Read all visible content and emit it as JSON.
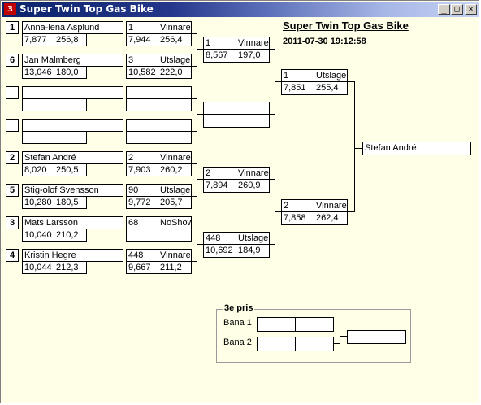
{
  "window": {
    "title": "Super Twin Top Gas Bike",
    "icon_glyph": "3",
    "controls": {
      "minimize": "_",
      "maximize": "□",
      "close": "×"
    }
  },
  "header": {
    "title": "Super Twin Top Gas Bike",
    "datetime": "2011-07-30 19:12:58"
  },
  "round1": [
    {
      "seed": "1",
      "name": "Anna-lena Asplund",
      "time": "7,877",
      "speed": "256,8",
      "num": "1",
      "result": "Vinnare",
      "rtime": "7,944",
      "rspeed": "256,4"
    },
    {
      "seed": "6",
      "name": "Jan Malmberg",
      "time": "13,046",
      "speed": "180,0",
      "num": "3",
      "result": "Utslagen",
      "rtime": "10,582",
      "rspeed": "222,0"
    },
    {
      "seed": "",
      "name": "",
      "time": "",
      "speed": "",
      "num": "",
      "result": "",
      "rtime": "",
      "rspeed": ""
    },
    {
      "seed": "",
      "name": "",
      "time": "",
      "speed": "",
      "num": "",
      "result": "",
      "rtime": "",
      "rspeed": ""
    },
    {
      "seed": "2",
      "name": "Stefan André",
      "time": "8,020",
      "speed": "250,5",
      "num": "2",
      "result": "Vinnare",
      "rtime": "7,903",
      "rspeed": "260,2"
    },
    {
      "seed": "5",
      "name": "Stig-olof Svensson",
      "time": "10,280",
      "speed": "180,5",
      "num": "90",
      "result": "Utslagen",
      "rtime": "9,772",
      "rspeed": "205,7"
    },
    {
      "seed": "3",
      "name": "Mats Larsson",
      "time": "10,040",
      "speed": "210,2",
      "num": "68",
      "result": "NoShow",
      "rtime": "",
      "rspeed": ""
    },
    {
      "seed": "4",
      "name": "Kristin Hegre",
      "time": "10,044",
      "speed": "212,3",
      "num": "448",
      "result": "Vinnare",
      "rtime": "9,667",
      "rspeed": "211,2"
    }
  ],
  "round2": [
    {
      "num": "1",
      "result": "Vinnare",
      "time": "8,567",
      "speed": "197,0"
    },
    {
      "num": "",
      "result": "",
      "time": "",
      "speed": ""
    },
    {
      "num": "2",
      "result": "Vinnare",
      "time": "7,894",
      "speed": "260,9"
    },
    {
      "num": "448",
      "result": "Utslagen",
      "time": "10,692",
      "speed": "184,9"
    }
  ],
  "semis": [
    {
      "num": "1",
      "result": "Utslagen",
      "time": "7,851",
      "speed": "255,4"
    },
    {
      "num": "2",
      "result": "Vinnare",
      "time": "7,858",
      "speed": "262,4"
    }
  ],
  "winner": {
    "name": "Stefan André"
  },
  "third_place": {
    "label": "3e pris",
    "lane1_label": "Bana 1",
    "lane2_label": "Bana 2"
  }
}
